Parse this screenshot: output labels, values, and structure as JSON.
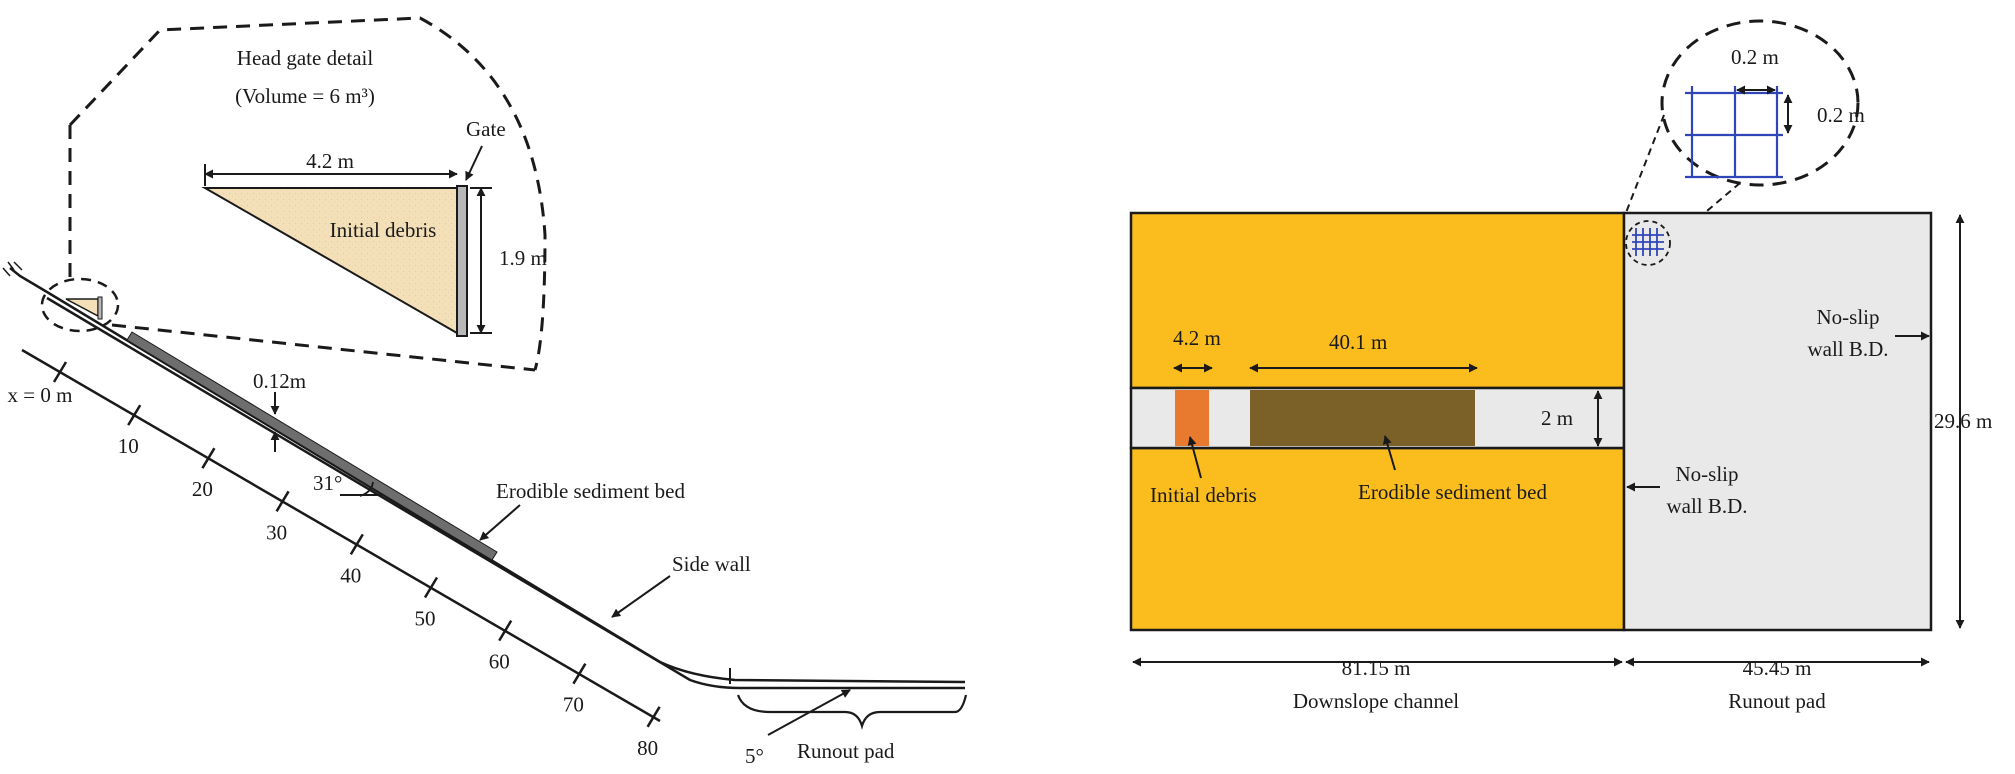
{
  "colors": {
    "ink": "#1a1a1a",
    "debris_fill": "#f3dfb8",
    "gate_fill": "#b8b8b8",
    "bed_fill": "#6e6e6e",
    "channel_fill": "#fbbd1e",
    "runout_fill": "#e9e9e9",
    "orange_debris": "#e87a30",
    "brown_bed": "#7b6128",
    "mesh_blue": "#3046b8"
  },
  "left": {
    "detail_title": "Head gate detail",
    "detail_volume": "(Volume = 6 m³)",
    "gate_label": "Gate",
    "length_label": "4.2 m",
    "height_label": "1.9 m",
    "debris_label": "Initial debris",
    "thickness_label": "0.12m",
    "angle_label": "31°",
    "bed_label": "Erodible sediment bed",
    "side_wall_label": "Side wall",
    "runout_label": "Runout pad",
    "runout_angle": "5°",
    "ticks": [
      "x = 0 m",
      "10",
      "20",
      "30",
      "40",
      "50",
      "60",
      "70",
      "80"
    ]
  },
  "right": {
    "mesh_dx": "0.2 m",
    "mesh_dy": "0.2 m",
    "debris_width": "4.2 m",
    "bed_length": "40.1 m",
    "channel_width": "2 m",
    "initial_debris": "Initial debris",
    "erodible_bed": "Erodible sediment bed",
    "wall_bd_1_line1": "No-slip",
    "wall_bd_1_line2": "wall B.D.",
    "wall_bd_2_line1": "No-slip",
    "wall_bd_2_line2": "wall B.D.",
    "total_width": "29.6 m",
    "channel_length": "81.15 m",
    "runout_length": "45.45 m",
    "channel_name": "Downslope channel",
    "runout_name": "Runout pad"
  }
}
